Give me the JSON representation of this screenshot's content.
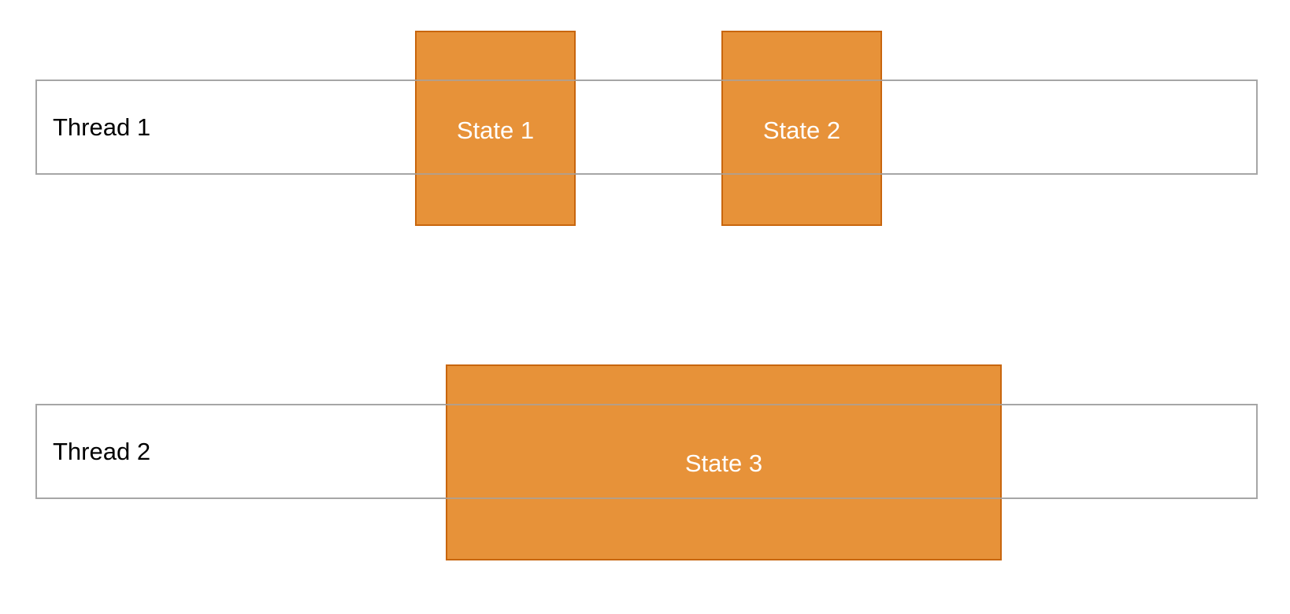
{
  "threads": [
    {
      "label": "Thread 1",
      "states": [
        "State 1",
        "State 2"
      ]
    },
    {
      "label": "Thread 2",
      "states": [
        "State 3"
      ]
    }
  ],
  "colors": {
    "lane_border": "#a6a6a6",
    "state_fill": "#e68a2e",
    "state_border": "#c8660e",
    "state_text": "#ffffff",
    "lane_text": "#000000"
  }
}
